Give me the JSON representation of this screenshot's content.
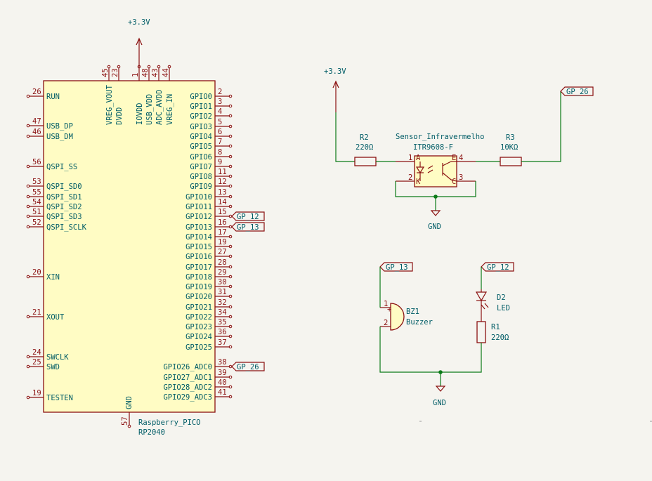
{
  "power": {
    "vcc_top": "+3.3V",
    "vcc_right": "+3.3V",
    "gnd_sensor": "GND",
    "gnd_lower": "GND"
  },
  "u1": {
    "ref": "Raspberry_PICO",
    "value": "RP2040",
    "left_pins": [
      {
        "num": "26",
        "name": "RUN"
      },
      {
        "num": "47",
        "name": "USB_DP"
      },
      {
        "num": "46",
        "name": "USB_DM"
      },
      {
        "num": "56",
        "name": "QSPI_SS"
      },
      {
        "num": "53",
        "name": "QSPI_SD0"
      },
      {
        "num": "55",
        "name": "QSPI_SD1"
      },
      {
        "num": "54",
        "name": "QSPI_SD2"
      },
      {
        "num": "51",
        "name": "QSPI_SD3"
      },
      {
        "num": "52",
        "name": "QSPI_SCLK"
      },
      {
        "num": "20",
        "name": "XIN"
      },
      {
        "num": "21",
        "name": "XOUT"
      },
      {
        "num": "24",
        "name": "SWCLK"
      },
      {
        "num": "25",
        "name": "SWD"
      },
      {
        "num": "19",
        "name": "TESTEN"
      }
    ],
    "top_pins": [
      {
        "num": "45",
        "name": "VREG_VOUT"
      },
      {
        "num": "23",
        "name": "DVDD"
      },
      {
        "num": "1",
        "name": "IOVDD"
      },
      {
        "num": "48",
        "name": "USB_VDD"
      },
      {
        "num": "43",
        "name": "ADC_AVDD"
      },
      {
        "num": "44",
        "name": "VREG_IN"
      }
    ],
    "bottom_pin": {
      "num": "57",
      "name": "GND"
    },
    "right_pins": [
      {
        "num": "2",
        "name": "GPIO0"
      },
      {
        "num": "3",
        "name": "GPIO1"
      },
      {
        "num": "4",
        "name": "GPIO2"
      },
      {
        "num": "5",
        "name": "GPIO3"
      },
      {
        "num": "6",
        "name": "GPIO4"
      },
      {
        "num": "7",
        "name": "GPIO5"
      },
      {
        "num": "8",
        "name": "GPIO6"
      },
      {
        "num": "9",
        "name": "GPIO7"
      },
      {
        "num": "11",
        "name": "GPIO8"
      },
      {
        "num": "12",
        "name": "GPIO9"
      },
      {
        "num": "13",
        "name": "GPIO10"
      },
      {
        "num": "14",
        "name": "GPIO11"
      },
      {
        "num": "15",
        "name": "GPIO12"
      },
      {
        "num": "16",
        "name": "GPIO13"
      },
      {
        "num": "17",
        "name": "GPIO14"
      },
      {
        "num": "19",
        "name": "GPIO15"
      },
      {
        "num": "27",
        "name": "GPIO16"
      },
      {
        "num": "28",
        "name": "GPIO17"
      },
      {
        "num": "29",
        "name": "GPIO18"
      },
      {
        "num": "30",
        "name": "GPIO19"
      },
      {
        "num": "31",
        "name": "GPIO20"
      },
      {
        "num": "32",
        "name": "GPIO21"
      },
      {
        "num": "34",
        "name": "GPIO22"
      },
      {
        "num": "35",
        "name": "GPIO23"
      },
      {
        "num": "36",
        "name": "GPIO24"
      },
      {
        "num": "37",
        "name": "GPIO25"
      },
      {
        "num": "38",
        "name": "GPIO26_ADC0"
      },
      {
        "num": "39",
        "name": "GPIO27_ADC1"
      },
      {
        "num": "40",
        "name": "GPIO28_ADC2"
      },
      {
        "num": "41",
        "name": "GPIO29_ADC3"
      }
    ]
  },
  "labels": {
    "gp12": "GP_12",
    "gp13": "GP_13",
    "gp26": "GP_26"
  },
  "r2": {
    "ref": "R2",
    "value": "220Ω"
  },
  "r3": {
    "ref": "R3",
    "value": "10KΩ"
  },
  "r1": {
    "ref": "R1",
    "value": "220Ω"
  },
  "sensor": {
    "ref": "Sensor_Infravermelho",
    "value": "ITR9608-F",
    "pin1": "1",
    "pin2": "2",
    "pin3": "3",
    "pin4": "4",
    "pin_a": "A",
    "pin_k": "K",
    "pin_c": "C",
    "pin_e": "E"
  },
  "bz1": {
    "ref": "BZ1",
    "value": "Buzzer",
    "pin1": "1",
    "pin2": "2",
    "plus": "+"
  },
  "d2": {
    "ref": "D2",
    "value": "LED"
  }
}
